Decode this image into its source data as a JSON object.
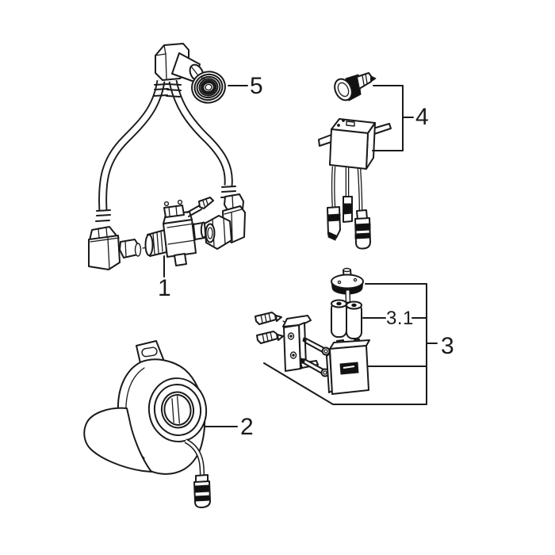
{
  "diagram": {
    "colors": {
      "line": "#1a1a1a",
      "shade": "#111111",
      "background": "#ffffff"
    },
    "labels": {
      "part1": "1",
      "part2": "2",
      "part3": "3",
      "part3_1": "3.1",
      "part4": "4",
      "part5": "5"
    }
  }
}
